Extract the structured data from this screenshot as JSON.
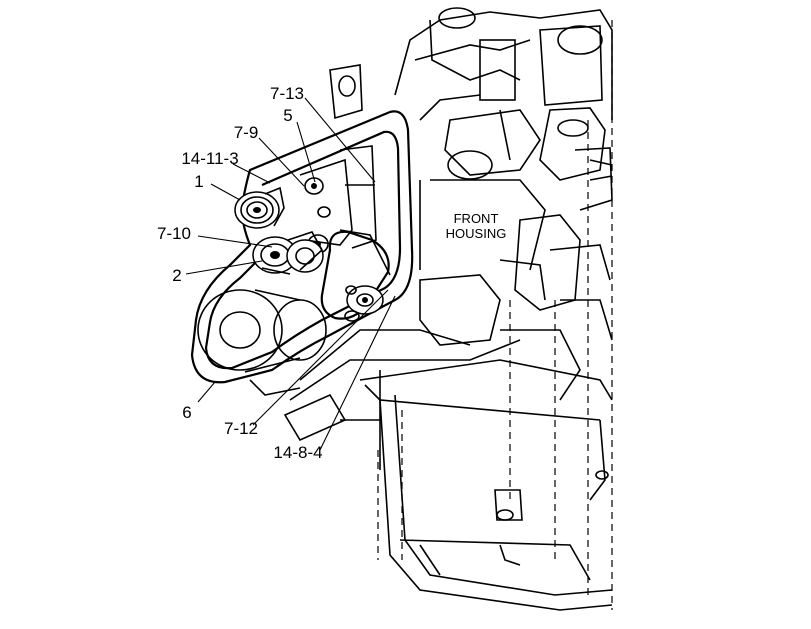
{
  "callouts": {
    "c_7_13": "7-13",
    "c_5": "5",
    "c_7_9": "7-9",
    "c_14_11_3": "14-11-3",
    "c_1": "1",
    "c_7_10": "7-10",
    "c_2": "2",
    "c_6": "6",
    "c_7_12": "7-12",
    "c_14_8_4": "14-8-4"
  },
  "housing_label": {
    "line1": "FRONT",
    "line2": "HOUSING"
  }
}
